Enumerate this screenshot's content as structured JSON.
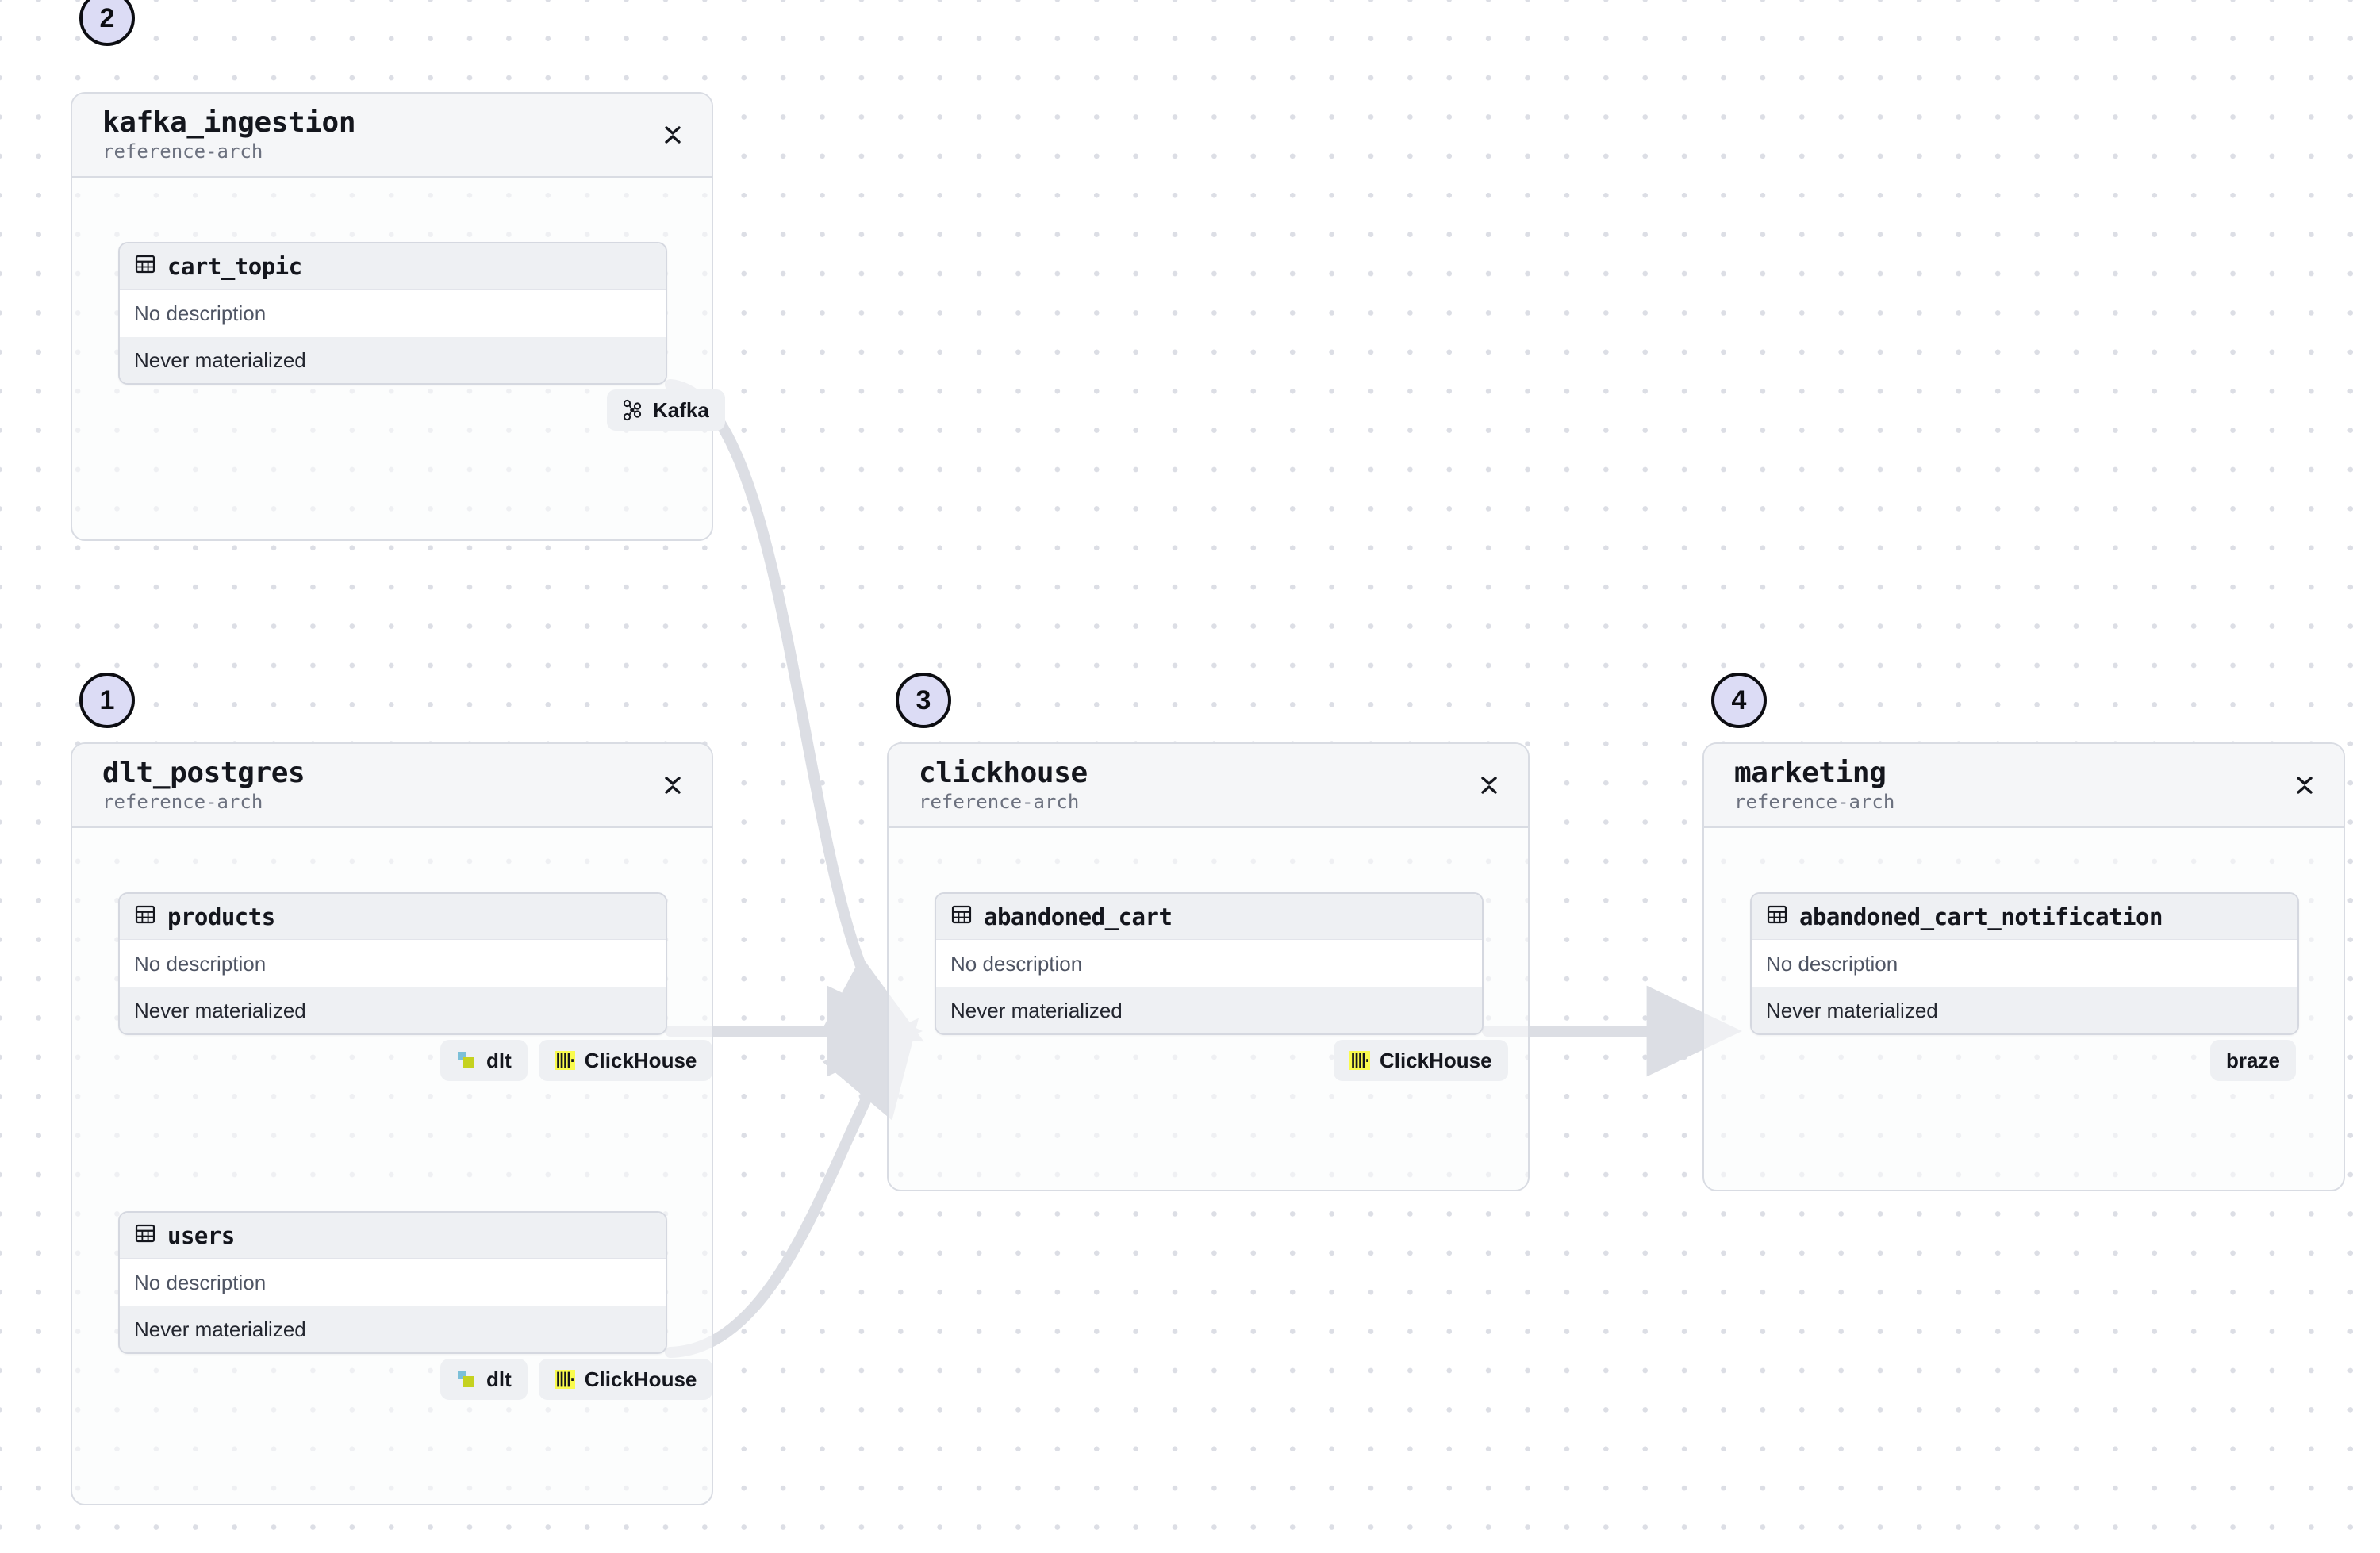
{
  "canvas": {
    "background": "#ffffff",
    "dot_color": "#dcdee5",
    "accent_badge_bg": "#dcdcf5"
  },
  "steps": [
    {
      "label": "1",
      "for": "dlt_postgres"
    },
    {
      "label": "2",
      "for": "kafka_ingestion"
    },
    {
      "label": "3",
      "for": "clickhouse"
    },
    {
      "label": "4",
      "for": "marketing"
    }
  ],
  "groups": [
    {
      "id": "kafka_ingestion",
      "title": "kafka_ingestion",
      "subtitle": "reference-arch",
      "collapse_icon": "collapse-chevrons-icon",
      "tables": [
        {
          "name": "cart_topic",
          "icon": "table-grid-icon",
          "description": "No description",
          "materialization": "Never materialized",
          "badges": [
            {
              "label": "Kafka",
              "icon": "kafka-icon"
            }
          ]
        }
      ]
    },
    {
      "id": "dlt_postgres",
      "title": "dlt_postgres",
      "subtitle": "reference-arch",
      "collapse_icon": "collapse-chevrons-icon",
      "tables": [
        {
          "name": "products",
          "icon": "table-grid-icon",
          "description": "No description",
          "materialization": "Never materialized",
          "badges": [
            {
              "label": "dlt",
              "icon": "dlt-icon"
            },
            {
              "label": "ClickHouse",
              "icon": "clickhouse-icon"
            }
          ]
        },
        {
          "name": "users",
          "icon": "table-grid-icon",
          "description": "No description",
          "materialization": "Never materialized",
          "badges": [
            {
              "label": "dlt",
              "icon": "dlt-icon"
            },
            {
              "label": "ClickHouse",
              "icon": "clickhouse-icon"
            }
          ]
        }
      ]
    },
    {
      "id": "clickhouse",
      "title": "clickhouse",
      "subtitle": "reference-arch",
      "collapse_icon": "collapse-chevrons-icon",
      "tables": [
        {
          "name": "abandoned_cart",
          "icon": "table-grid-icon",
          "description": "No description",
          "materialization": "Never materialized",
          "badges": [
            {
              "label": "ClickHouse",
              "icon": "clickhouse-icon"
            }
          ]
        }
      ]
    },
    {
      "id": "marketing",
      "title": "marketing",
      "subtitle": "reference-arch",
      "collapse_icon": "collapse-chevrons-icon",
      "tables": [
        {
          "name": "abandoned_cart_notification",
          "icon": "table-grid-icon",
          "description": "No description",
          "materialization": "Never materialized",
          "badges": [
            {
              "label": "braze",
              "icon": "none"
            }
          ]
        }
      ]
    }
  ],
  "edges": [
    {
      "from": "cart_topic",
      "to": "abandoned_cart"
    },
    {
      "from": "products",
      "to": "abandoned_cart"
    },
    {
      "from": "users",
      "to": "abandoned_cart"
    },
    {
      "from": "abandoned_cart",
      "to": "abandoned_cart_notification"
    }
  ]
}
